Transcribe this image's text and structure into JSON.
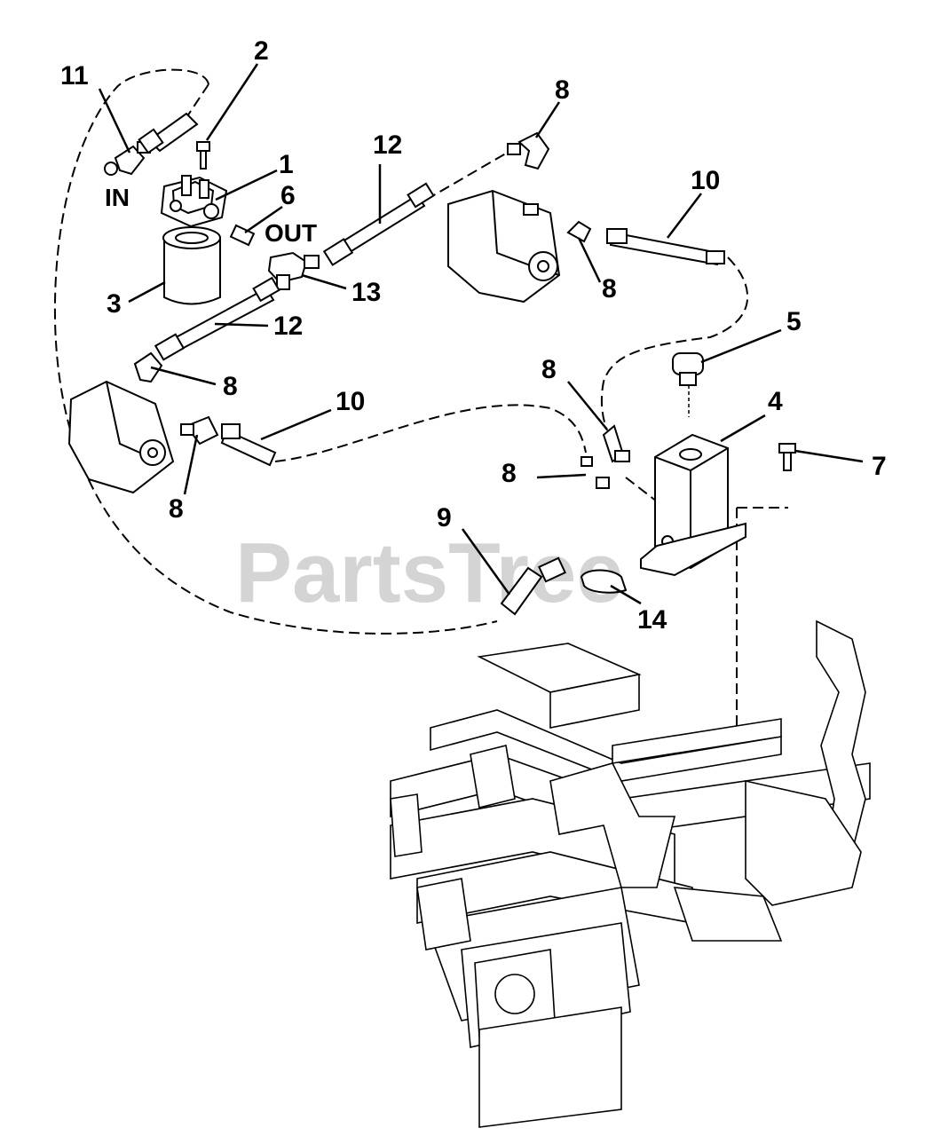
{
  "watermark": "PartsTree",
  "port_labels": {
    "in": "IN",
    "out": "OUT"
  },
  "callouts": [
    {
      "id": "c11a",
      "text": "11"
    },
    {
      "id": "c2",
      "text": "2"
    },
    {
      "id": "c1",
      "text": "1"
    },
    {
      "id": "c6",
      "text": "6"
    },
    {
      "id": "c3",
      "text": "3"
    },
    {
      "id": "c12a",
      "text": "12"
    },
    {
      "id": "c13",
      "text": "13"
    },
    {
      "id": "c12b",
      "text": "12"
    },
    {
      "id": "c8a",
      "text": "8"
    },
    {
      "id": "c8b",
      "text": "8"
    },
    {
      "id": "c10a",
      "text": "10"
    },
    {
      "id": "c5",
      "text": "5"
    },
    {
      "id": "c8c",
      "text": "8"
    },
    {
      "id": "c10b",
      "text": "10"
    },
    {
      "id": "c8d",
      "text": "8"
    },
    {
      "id": "c8e",
      "text": "8"
    },
    {
      "id": "c4",
      "text": "4"
    },
    {
      "id": "c7",
      "text": "7"
    },
    {
      "id": "c8f",
      "text": "8"
    },
    {
      "id": "c9",
      "text": "9"
    },
    {
      "id": "c14",
      "text": "14"
    }
  ]
}
